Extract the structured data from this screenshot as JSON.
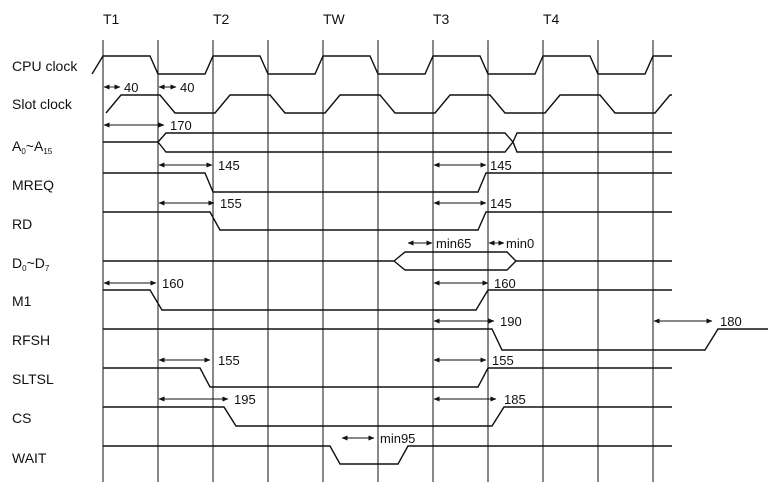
{
  "phases": [
    "T1",
    "T2",
    "TW",
    "T3",
    "T4"
  ],
  "signals": [
    {
      "id": "cpu_clock",
      "label": "CPU clock"
    },
    {
      "id": "slot_clock",
      "label": "Slot clock"
    },
    {
      "id": "address",
      "label_main": "A",
      "sub_start": "0",
      "range_sep": "~",
      "label_main2": "A",
      "sub_end": "15"
    },
    {
      "id": "mreq",
      "label": "MREQ"
    },
    {
      "id": "rd",
      "label": "RD"
    },
    {
      "id": "data",
      "label_main": "D",
      "sub_start": "0",
      "range_sep": "~",
      "label_main2": "D",
      "sub_end": "7"
    },
    {
      "id": "m1",
      "label": "M1"
    },
    {
      "id": "rfsh",
      "label": "RFSH"
    },
    {
      "id": "sltsl",
      "label": "SLTSL"
    },
    {
      "id": "cs",
      "label": "CS"
    },
    {
      "id": "wait",
      "label": "WAIT"
    }
  ],
  "timings": {
    "slot_high": "40",
    "slot_low": "40",
    "addr_delay": "170",
    "mreq_fall": "145",
    "mreq_rise": "145",
    "rd_fall": "155",
    "rd_rise": "145",
    "data_setup": "min65",
    "data_hold": "min0",
    "m1_fall": "160",
    "m1_rise": "160",
    "rfsh_fall": "190",
    "rfsh_rise": "180",
    "sltsl_fall": "155",
    "sltsl_rise": "155",
    "cs_fall": "195",
    "cs_rise": "185",
    "wait_width": "min95"
  }
}
